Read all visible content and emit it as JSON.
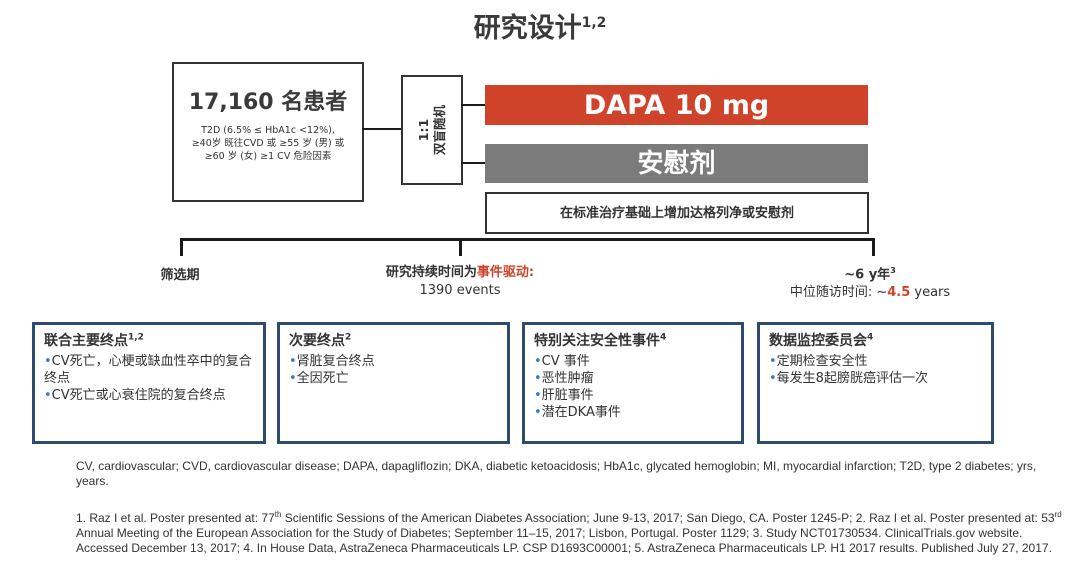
{
  "title": "研究设计",
  "title_sup": "1,2",
  "patients": {
    "count": "17,160 名患者",
    "criteria_line1": "T2D (6.5% ≤ HbA1c <12%),",
    "criteria_line2": "≥40岁 既往CVD 或 ≥55 岁 (男) 或",
    "criteria_line3": "≥60 岁 (女) ≥1 CV 危险因素"
  },
  "randomization": {
    "ratio": "1:1",
    "label": "双盲随机"
  },
  "arms": {
    "dapa": "DAPA 10 mg",
    "placebo": "安慰剂",
    "background": "在标准治疗基础上增加达格列净或安慰剂"
  },
  "timeline": {
    "screening": "筛选期",
    "duration_prefix": "研究持续时间为",
    "duration_highlight": "事件驱动:",
    "events": "1390 events",
    "years": "~6 y年",
    "years_sup": "3",
    "followup_prefix": "中位随访时间: ~",
    "followup_value": "4.5",
    "followup_suffix": " years"
  },
  "cards": [
    {
      "title": "联合主要终点",
      "sup": "1,2",
      "items": [
        "CV死亡，心梗或缺血性卒中的复合终点",
        "CV死亡或心衰住院的复合终点"
      ]
    },
    {
      "title": "次要终点",
      "sup": "2",
      "items": [
        "肾脏复合终点",
        "全因死亡"
      ]
    },
    {
      "title": "特别关注安全性事件",
      "sup": "4",
      "items": [
        "CV 事件",
        "恶性肿瘤",
        "肝脏事件",
        "潜在DKA事件"
      ]
    },
    {
      "title": "数据监控委员会",
      "sup": "4",
      "items": [
        "定期检查安全性",
        "每发生8起膀胱癌评估一次"
      ]
    }
  ],
  "footnotes": {
    "abbreviations": "CV, cardiovascular; CVD, cardiovascular disease; DAPA, dapagliflozin; DKA, diabetic ketoacidosis; HbA1c, glycated hemoglobin; MI, myocardial infarction; T2D, type 2 diabetes; yrs, years.",
    "ref_part1": "1. Raz I et al. Poster presented at: 77",
    "ref_sup1": "th",
    "ref_part2": " Scientific Sessions of the American Diabetes Association; June 9-13, 2017; San Diego, CA. Poster 1245-P; 2. Raz I et al. Poster presented at: 53",
    "ref_sup2": "rd",
    "ref_part3": " Annual Meeting of the European Association for the Study of Diabetes; September 11–15, 2017; Lisbon, Portugal. Poster 1129; 3. Study NCT01730534. ClinicalTrials.gov website. Accessed December 13, 2017; 4. In House Data, AstraZeneca Pharmaceuticals LP. CSP D1693C00001; 5. AstraZeneca Pharmaceuticals LP. H1 2017 results. Published July 27, 2017."
  },
  "colors": {
    "dapa_bar": "#d0432b",
    "placebo_bar": "#7b7b7b",
    "card_border": "#2e4a6e",
    "highlight": "#d0432b",
    "bullet": "#3b7bbf"
  }
}
